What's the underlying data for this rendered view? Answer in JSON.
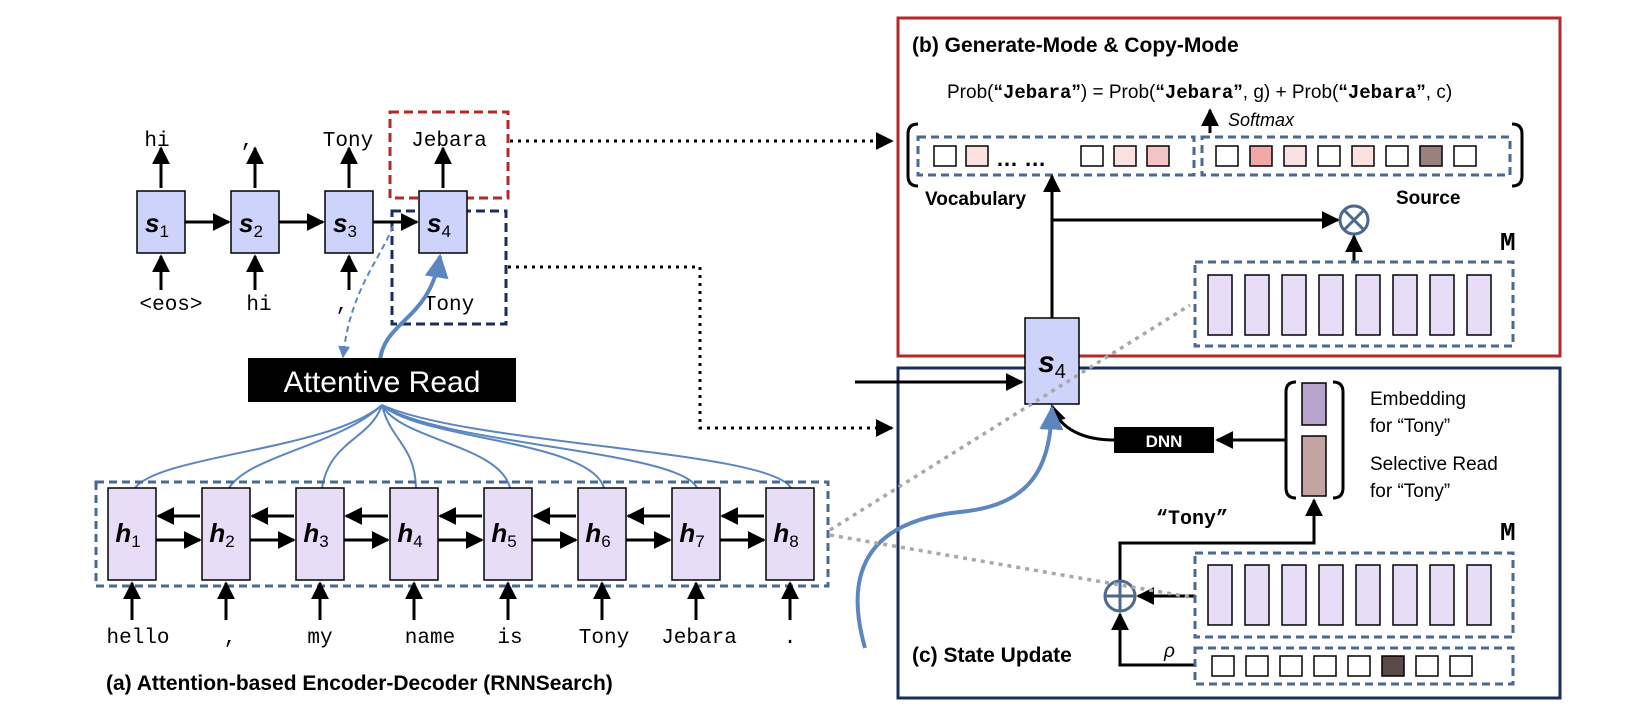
{
  "panel_a": {
    "caption": "(a) Attention-based Encoder-Decoder (RNNSearch)",
    "decoder": {
      "state_base": "s",
      "outputs": [
        "hi",
        ",",
        "Tony",
        "Jebara"
      ],
      "inputs": [
        "<eos>",
        "hi",
        ",",
        "Tony"
      ],
      "subscripts": [
        "1",
        "2",
        "3",
        "4"
      ]
    },
    "attentive_read_label": "Attentive Read",
    "encoder": {
      "state_base": "h",
      "subscripts": [
        "1",
        "2",
        "3",
        "4",
        "5",
        "6",
        "7",
        "8"
      ],
      "inputs": [
        "hello",
        ",",
        "my",
        "name",
        "is",
        "Tony",
        "Jebara",
        "."
      ]
    }
  },
  "panel_b": {
    "title": "(b) Generate-Mode & Copy-Mode",
    "equation": {
      "lhs_prefix": "Prob(",
      "quote_open": "“",
      "word": "Jebara",
      "quote_close": "”",
      "lhs_suffix": ")",
      "equals": " = ",
      "rhs1_prefix": "Prob(",
      "rhs1_suffix": ", g)",
      "plus": " + ",
      "rhs2_prefix": "Prob(",
      "rhs2_suffix": ", c)"
    },
    "softmax_label": "Softmax",
    "vocabulary_label": "Vocabulary",
    "vocab_ellipsis": "…  …",
    "source_label": "Source",
    "memory_label": "M"
  },
  "panel_c": {
    "title": "(c) State Update",
    "embedding_label_1": "Embedding",
    "embedding_label_2": "for “Tony”",
    "selective_read_label_1": "Selective Read",
    "selective_read_label_2": "for “Tony”",
    "dnn_label": "DNN",
    "tony_label": "“Tony”",
    "memory_label": "M",
    "rho_label": "ρ"
  },
  "center_state": {
    "base": "s",
    "subscript": "4"
  },
  "colors": {
    "state_fill": "#cdd3fa",
    "memory_fill": "#e8ddf7",
    "frame_blue": "#4a6890",
    "panel_b_border": "#b22a2a",
    "panel_c_border": "#1a2e5e",
    "curve_blue": "#5b86bf",
    "pink_light": "#fbe1e1",
    "pink_mid": "#f4c4c4",
    "brown_dark": "#5b4a4a",
    "brown_mid": "#9b8080",
    "embed_fill": "#b7a4cc",
    "selective_fill": "#c4a3a3"
  }
}
